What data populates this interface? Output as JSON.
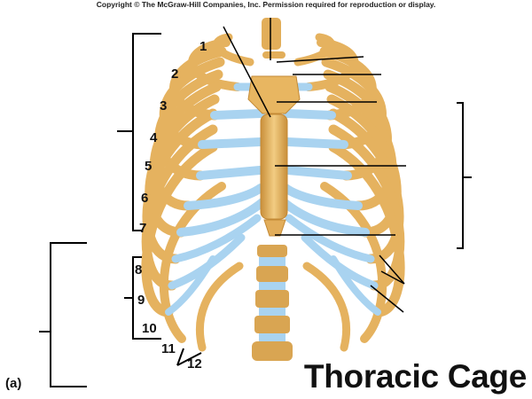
{
  "copyright": "Copyright © The McGraw-Hill Companies, Inc. Permission required for reproduction or display.",
  "title": "Thoracic Cage",
  "panel_label": "(a)",
  "rib_numbers": [
    "1",
    "2",
    "3",
    "4",
    "5",
    "6",
    "7",
    "8",
    "9",
    "10",
    "11",
    "12"
  ],
  "colors": {
    "bone": "#e9b862",
    "bone_dark": "#c98f3a",
    "cartilage": "#a9d3f0",
    "line": "#000000"
  }
}
